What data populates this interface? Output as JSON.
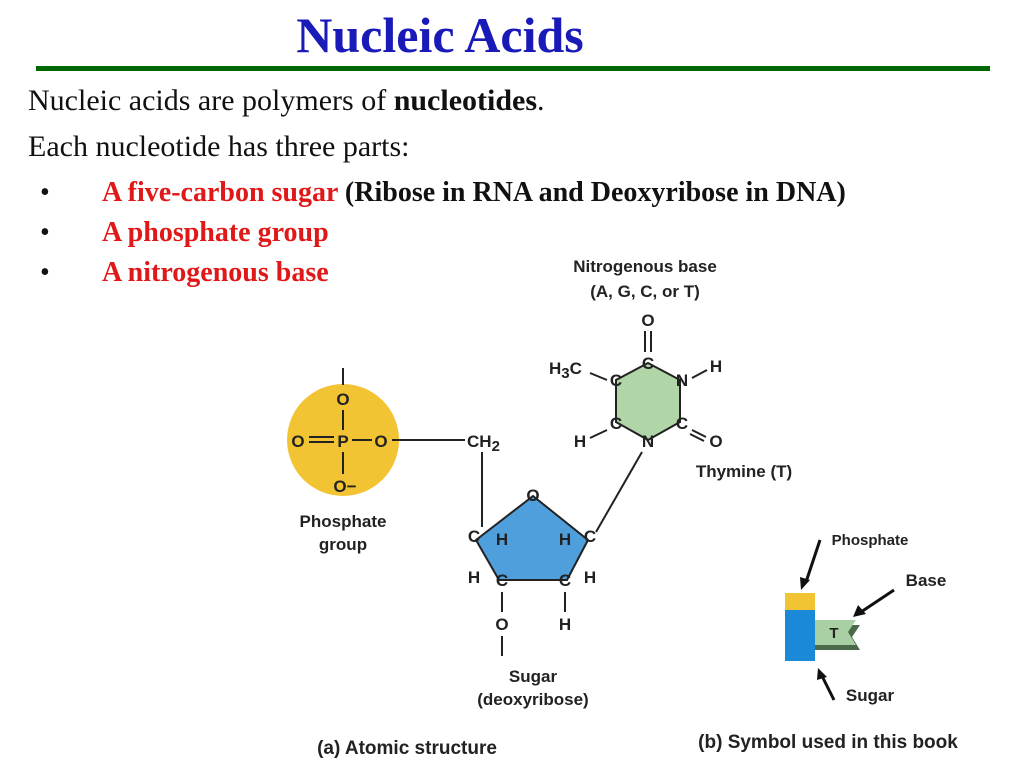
{
  "slide": {
    "title": "Nucleic Acids",
    "line1_pre": "Nucleic acids are polymers of ",
    "line1_bold": "nucleotides",
    "line1_post": ".",
    "line2": "Each nucleotide has three parts:",
    "bullet_marker": "•",
    "bullets": [
      {
        "red": "A five-carbon sugar",
        "rest": " (Ribose in RNA and Deoxyribose in DNA)"
      },
      {
        "red": "A phosphate group",
        "rest": ""
      },
      {
        "red": "A nitrogenous base",
        "rest": ""
      }
    ]
  },
  "diagram": {
    "base_label_1": "Nitrogenous base",
    "base_label_2": "(A, G, C, or T)",
    "thymine_label": "Thymine (T)",
    "phosphate_label_1": "Phosphate",
    "phosphate_label_2": "group",
    "sugar_label_1": "Sugar",
    "sugar_label_2": "(deoxyribose)",
    "caption_a": "(a) Atomic structure",
    "caption_b": "(b) Symbol used in this book",
    "symbol_phosphate": "Phosphate",
    "symbol_base": "Base",
    "symbol_sugar": "Sugar",
    "symbol_t": "T",
    "atoms": {
      "O": "O",
      "P": "P",
      "O_minus": "O−",
      "C": "C",
      "N": "N",
      "H": "H",
      "CH": "CH",
      "sub2": "2",
      "sub3": "3"
    },
    "colors": {
      "phosphate": "#f2c433",
      "sugar": "#4f9fdc",
      "base": "#b0d6a8",
      "symbol_yellow": "#f2c433",
      "symbol_blue": "#1a8ad8",
      "symbol_green": "#a9cfa4",
      "caption": "#e01818"
    }
  }
}
